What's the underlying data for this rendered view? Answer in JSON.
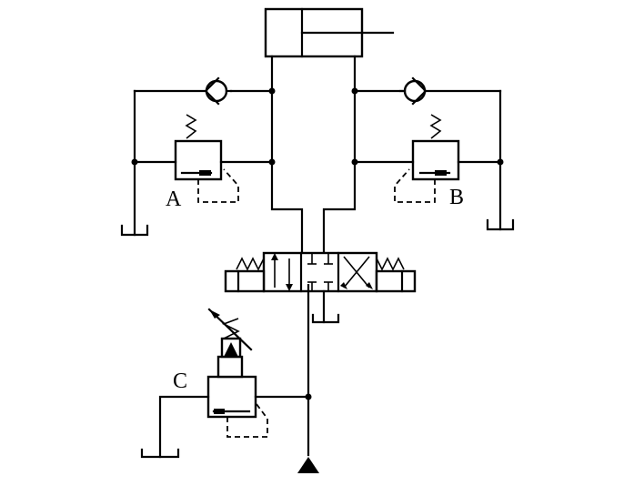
{
  "labels": {
    "valve_a": "A",
    "valve_b": "B",
    "valve_c": "C"
  }
}
